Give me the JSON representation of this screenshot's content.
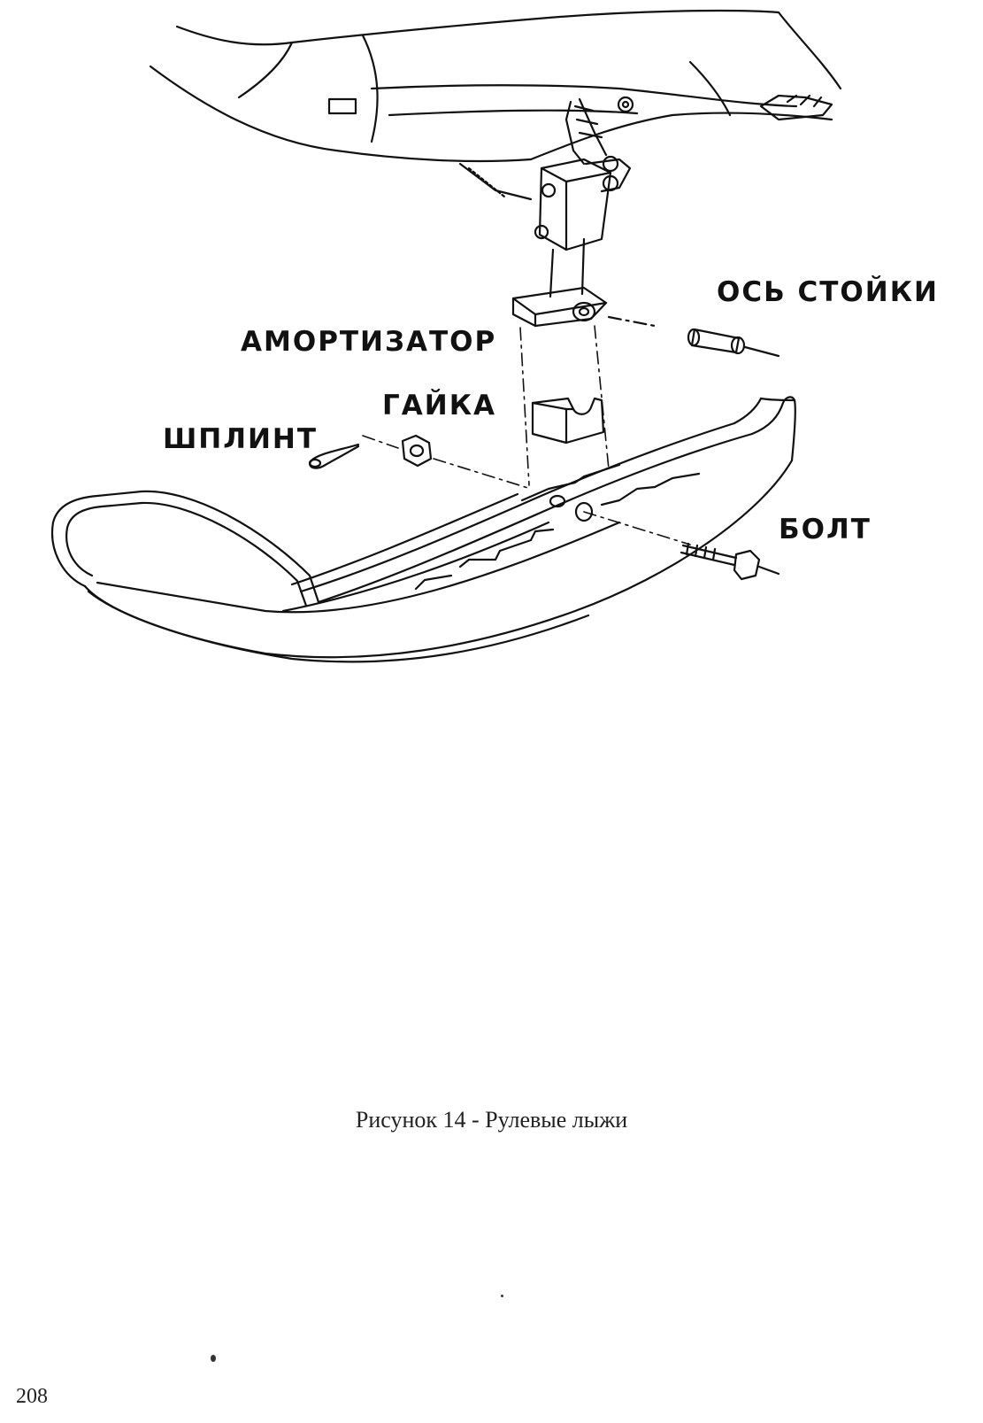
{
  "labels": {
    "axle": "ОСЬ СТОЙКИ",
    "shock_absorber": "АМОРТИЗАТОР",
    "nut": "ГАЙКА",
    "cotter_pin": "ШПЛИНТ",
    "bolt": "БОЛТ"
  },
  "caption": "Рисунок 14 - Рулевые лыжи",
  "page_number": "208",
  "colors": {
    "ink": "#111111",
    "paper": "#ffffff"
  }
}
